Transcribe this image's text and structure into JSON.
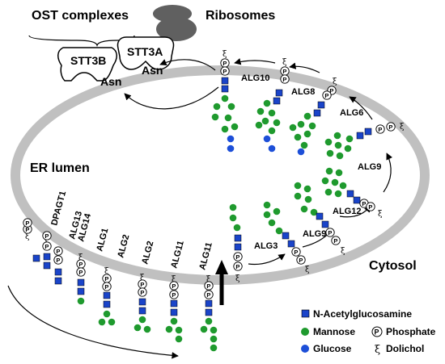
{
  "labels": {
    "ost_complexes": "OST complexes",
    "ribosomes": "Ribosomes",
    "stt3b": "STT3B",
    "stt3a": "STT3A",
    "asn_left": "Asn",
    "asn_right": "Asn",
    "er_lumen": "ER lumen",
    "cytosol": "Cytosol"
  },
  "enzymes": {
    "dpagt1": "DPAGT1",
    "alg13": "ALG13",
    "alg14": "ALG14",
    "alg1": "ALG1",
    "alg2a": "ALG2",
    "alg2b": "ALG2",
    "alg11a": "ALG11",
    "alg11b": "ALG11",
    "alg3": "ALG3",
    "alg9a": "ALG9",
    "alg12": "ALG12",
    "alg9b": "ALG9",
    "alg6": "ALG6",
    "alg8": "ALG8",
    "alg10": "ALG10"
  },
  "legend": {
    "glcnac": "N-Acetylglucosamine",
    "mannose": "Mannose",
    "glucose": "Glucose",
    "phosphate": "Phosphate",
    "dolichol": "Dolichol",
    "phosphate_symbol": "P",
    "dolichol_symbol": "ξ"
  },
  "colors": {
    "membrane": "#c0c0c0",
    "glcnac": "#1a44c9",
    "mannose": "#1f9a2e",
    "glucose": "#1d4fd8",
    "ribosome": "#606060"
  }
}
